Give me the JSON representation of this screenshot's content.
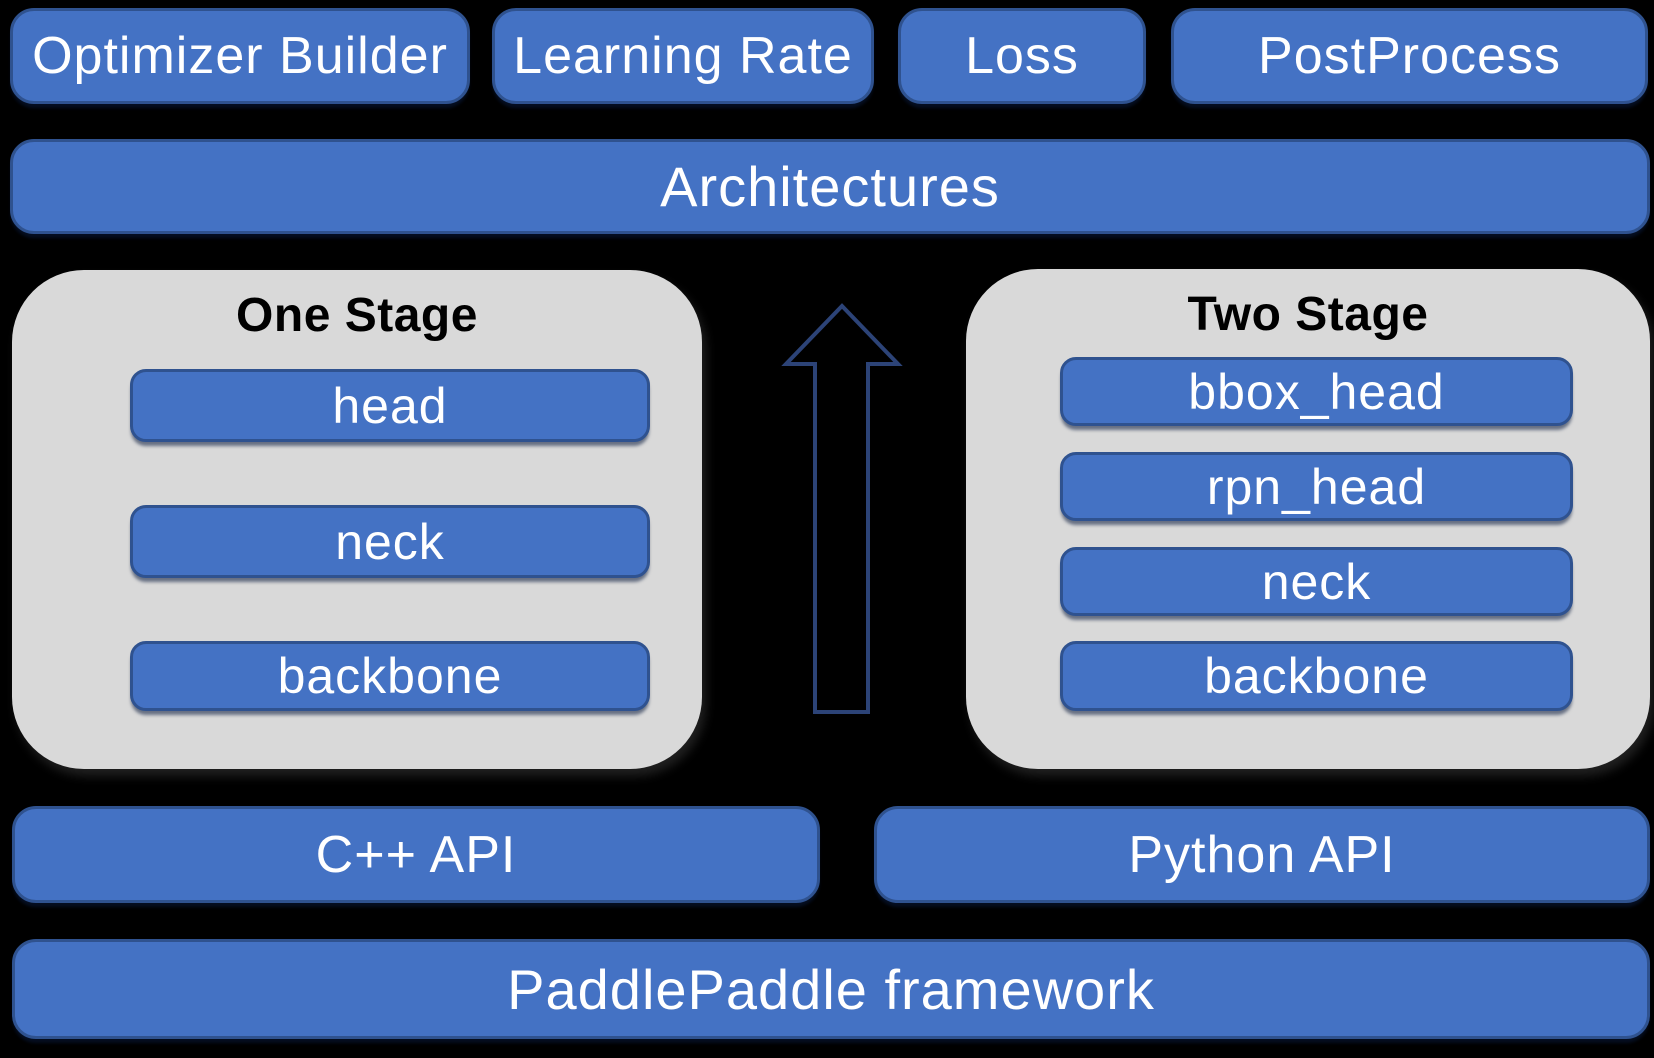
{
  "colors": {
    "background": "#000000",
    "box_fill": "#4472C4",
    "box_border": "#2F528F",
    "panel_fill": "#D9D9D9",
    "arrow_outline": "#2C4377",
    "box_text": "#FFFFFF",
    "panel_title_text": "#000000"
  },
  "top_row": {
    "optimizer_builder": "Optimizer Builder",
    "learning_rate": "Learning Rate",
    "loss": "Loss",
    "postprocess": "PostProcess"
  },
  "architectures": {
    "label": "Architectures"
  },
  "one_stage": {
    "title": "One Stage",
    "layers": [
      "head",
      "neck",
      "backbone"
    ]
  },
  "two_stage": {
    "title": "Two Stage",
    "layers": [
      "bbox_head",
      "rpn_head",
      "neck",
      "backbone"
    ]
  },
  "api_row": {
    "cpp": "C++ API",
    "python": "Python API"
  },
  "framework": {
    "label": "PaddlePaddle framework"
  }
}
